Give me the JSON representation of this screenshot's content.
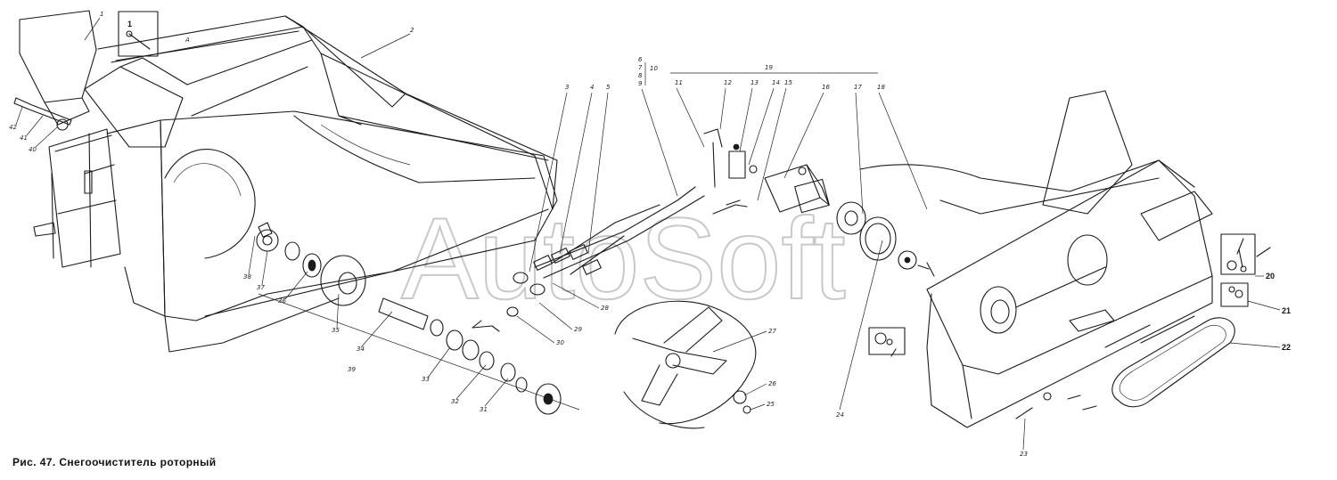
{
  "caption": "Рис. 47. Снегоочиститель роторный",
  "watermark": "AutoSoft",
  "callouts": {
    "c1": "1",
    "c2": "2",
    "c3": "3",
    "c4": "4",
    "c5": "5",
    "c6": "6",
    "c7": "7",
    "c8": "8",
    "c9": "9",
    "c10": "10",
    "c11": "11",
    "c12": "12",
    "c13": "13",
    "c14": "14",
    "c15": "15",
    "c16": "16",
    "c17": "17",
    "c18": "18",
    "c19": "19",
    "c20": "20",
    "c21": "21",
    "c22": "22",
    "c23": "23",
    "c24": "24",
    "c25": "25",
    "c26": "26",
    "c27": "27",
    "c28": "28",
    "c29": "29",
    "c30": "30",
    "c31": "31",
    "c32": "32",
    "c33": "33",
    "c34": "34",
    "c35": "35",
    "c36": "36",
    "c37": "37",
    "c38": "38",
    "c39": "39",
    "c40": "40",
    "c41": "41",
    "c42": "42",
    "view_a": "A",
    "inset_1": "1"
  }
}
